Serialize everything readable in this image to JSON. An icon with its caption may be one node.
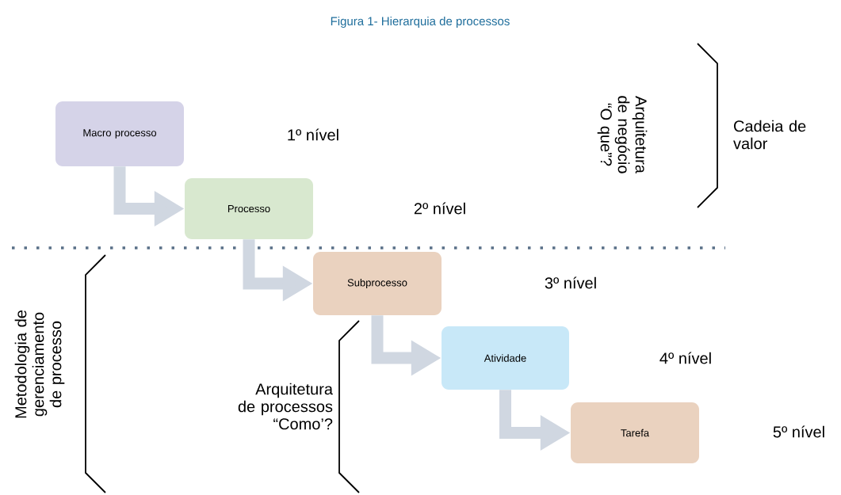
{
  "diagram": {
    "title": "Figura 1- Hierarquia de processos",
    "nodes": [
      {
        "text": [
          "Macro processo"
        ]
      },
      {
        "text": [
          "Processo"
        ]
      },
      {
        "text": [
          "Subprocesso"
        ]
      },
      {
        "text": [
          "Atividade"
        ]
      },
      {
        "text": [
          "Tarefa"
        ]
      }
    ],
    "edges": [
      {
        "from": 0,
        "to": 1,
        "arrow": "to"
      },
      {
        "from": 1,
        "to": 2,
        "arrow": "to"
      },
      {
        "from": 2,
        "to": 3,
        "arrow": "to"
      },
      {
        "from": 3,
        "to": 4,
        "arrow": "to"
      }
    ],
    "labels": [
      "Arquitetura de negócio “O que”?",
      "Cadeia de valor",
      "1º nível",
      "2º nível",
      "3º nível",
      "Metodologia de gerenciamento de processo",
      "4º nível",
      "Arquitetura de processos “Como’?",
      "5º nível"
    ]
  }
}
